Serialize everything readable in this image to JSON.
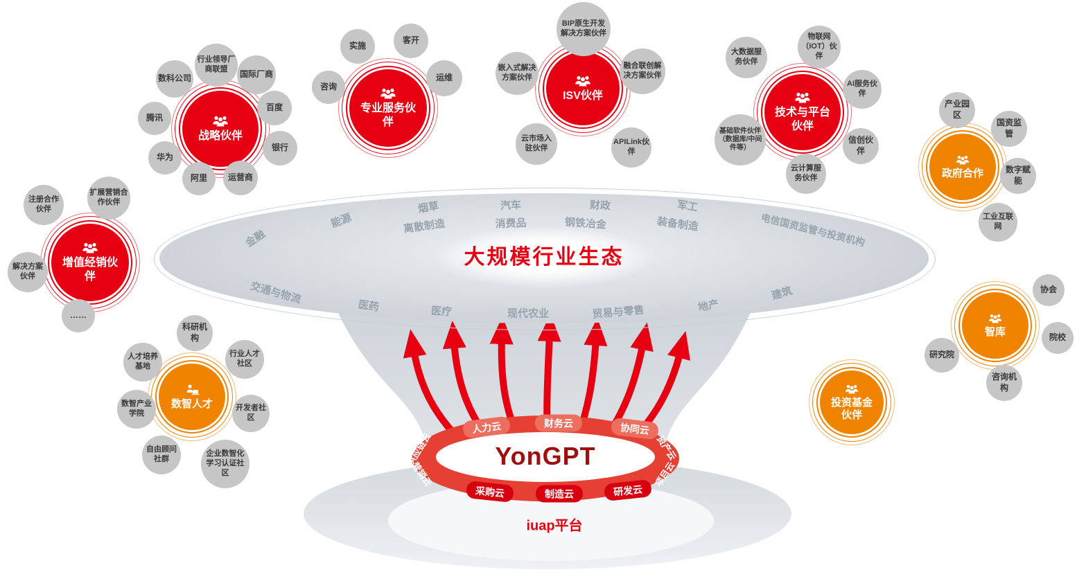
{
  "center": {
    "title": "大规模行业生态",
    "engine": "YonGPT",
    "platform_label": "iuap平台"
  },
  "industries": {
    "top": [
      "金融",
      "能源",
      "烟草",
      "离散制造",
      "汽车",
      "消费品",
      "财政",
      "钢铁冶金",
      "军工",
      "装备制造",
      "电信国资监管与投资机构"
    ],
    "bottom": [
      "交通与物流",
      "医药",
      "医疗",
      "现代农业",
      "贸易与零售",
      "地产",
      "建筑"
    ]
  },
  "clouds": {
    "top": [
      "人力云",
      "财务云",
      "协同云"
    ],
    "bottom": [
      "采购云",
      "制造云",
      "研发云"
    ],
    "left": [
      "供应链云",
      "营销云"
    ],
    "right": [
      "资产云",
      "项目云"
    ]
  },
  "hubs": [
    {
      "label": "战略伙伴",
      "icon": "people-icon",
      "color": "red",
      "satellites": [
        "数科公司",
        "行业领导厂商联盟",
        "国际厂商",
        "百度",
        "银行",
        "运营商",
        "阿里",
        "华为",
        "腾讯"
      ]
    },
    {
      "label": "专业服务伙伴",
      "icon": "people-icon",
      "color": "red",
      "satellites": [
        "咨询",
        "实施",
        "客开",
        "运维"
      ]
    },
    {
      "label": "ISV伙伴",
      "icon": "people-icon",
      "color": "red",
      "satellites": [
        "BIP原生开发解决方案伙伴",
        "融合联创解决方案伙伴",
        "APILink伙伴",
        "云市场入驻伙伴",
        "嵌入式解决方案伙伴"
      ]
    },
    {
      "label": "技术与平台伙伴",
      "icon": "people-icon",
      "color": "red",
      "satellites": [
        "大数据服务伙伴",
        "物联网（IOT）伙伴",
        "AI服务伙伴",
        "信创伙伴",
        "云计算服务伙伴",
        "基础软件伙伴（数据库/中间件等）"
      ]
    },
    {
      "label": "政府合作",
      "icon": "people-icon",
      "color": "orange",
      "satellites": [
        "产业园区",
        "国资监管",
        "数字赋能",
        "工业互联网"
      ]
    },
    {
      "label": "智库",
      "icon": "people-icon",
      "color": "orange",
      "satellites": [
        "协会",
        "院校",
        "咨询机构",
        "研究院"
      ]
    },
    {
      "label": "投资基金伙伴",
      "icon": "people-icon",
      "color": "orange",
      "satellites": []
    },
    {
      "label": "数智人才",
      "icon": "person-laptop-icon",
      "color": "orange",
      "satellites": [
        "科研机构",
        "行业人才社区",
        "开发者社区",
        "企业数智化学习认证社区",
        "自由顾问社群",
        "数智产业学院",
        "人才培养基地"
      ]
    },
    {
      "label": "增值经销伙伴",
      "icon": "people-icon",
      "color": "red",
      "satellites": [
        "注册合作伙伴",
        "扩展营销合作伙伴",
        "解决方案伙伴",
        "……"
      ]
    }
  ],
  "colors": {
    "brand_red": "#e60012",
    "hub_orange": "#f08300",
    "satellite_gray": "#c6c6c6",
    "dish_gray": "#ccd3d9",
    "segment_light_red": "#ec6e5e",
    "segment_dark_red": "#d7000f"
  }
}
